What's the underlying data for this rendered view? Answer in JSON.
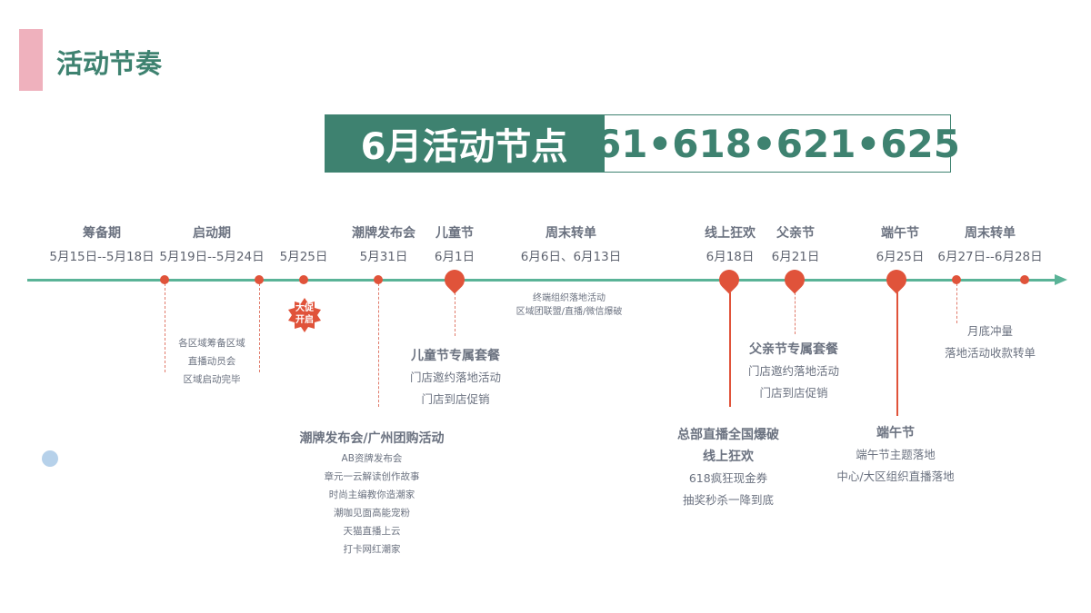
{
  "header": {
    "title": "活动节奏"
  },
  "banner": {
    "left": "6月活动节点",
    "right": "61•618•621•625"
  },
  "events": [
    {
      "name": "筹备期",
      "date": "5月15日--5月18日"
    },
    {
      "name": "启动期",
      "date": "5月19日--5月24日"
    },
    {
      "name": "",
      "date": "5月25日"
    },
    {
      "name": "潮牌发布会",
      "date": "5月31日"
    },
    {
      "name": "儿童节",
      "date": "6月1日"
    },
    {
      "name": "周末转单",
      "date": "6月6日、6月13日"
    },
    {
      "name": "线上狂欢",
      "date": "6月18日"
    },
    {
      "name": "父亲节",
      "date": "6月21日"
    },
    {
      "name": "端午节",
      "date": "6月25日"
    },
    {
      "name": "周末转单",
      "date": "6月27日--6月28日"
    }
  ],
  "badge": {
    "lines": [
      "大促",
      "开启"
    ]
  },
  "descriptions": {
    "region": {
      "lines": [
        "各区域筹备区域",
        "直播动员会",
        "区域启动完毕"
      ]
    },
    "weekend": {
      "lines": [
        "终端组织落地活动",
        "区域团联盟/直播/微信爆破"
      ]
    },
    "kids": {
      "heading": "儿童节专属套餐",
      "lines": [
        "门店邀约落地活动",
        "门店到店促销"
      ]
    },
    "trend": {
      "heading": "潮牌发布会/广州团购活动",
      "lines": [
        "AB资牌发布会",
        "章元一云解读创作故事",
        "时尚主编教你造潮家",
        "潮咖见面高能宠粉",
        "天猫直播上云",
        "打卡网红潮家"
      ]
    },
    "online": {
      "heading1": "总部直播全国爆破",
      "heading2": "线上狂欢",
      "lines": [
        "618疯狂现金券",
        "抽奖秒杀一降到底"
      ]
    },
    "father": {
      "heading": "父亲节专属套餐",
      "lines": [
        "门店邀约落地活动",
        "门店到店促销"
      ]
    },
    "dragon": {
      "heading": "端午节",
      "lines": [
        "端午节主题落地",
        "中心/大区组织直播落地"
      ]
    },
    "monthend": {
      "lines": [
        "月底冲量",
        "落地活动收款转单"
      ]
    }
  }
}
